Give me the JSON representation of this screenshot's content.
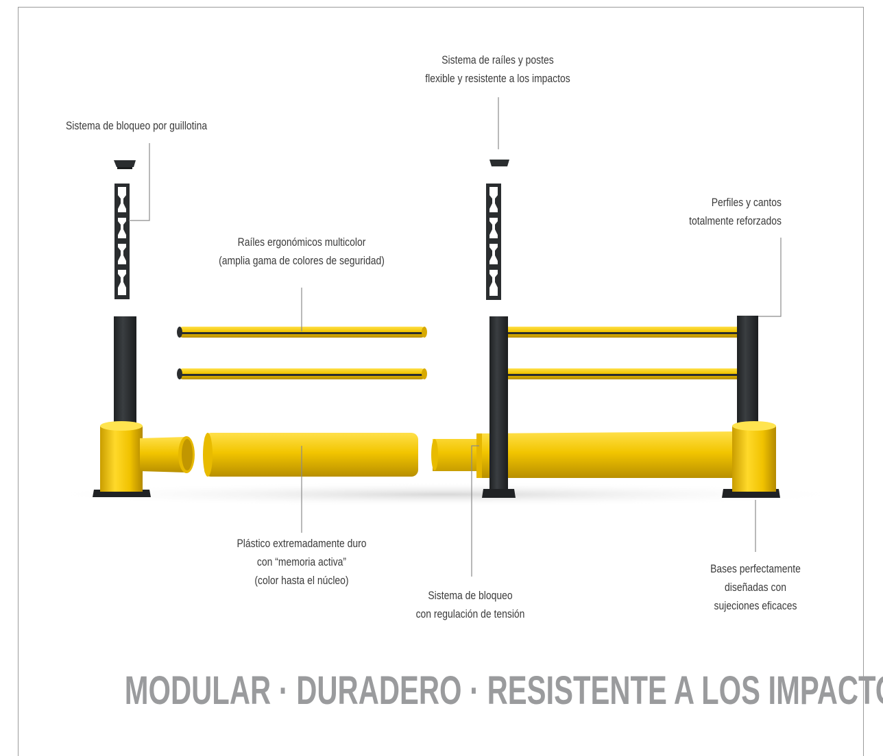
{
  "callouts": {
    "guillotine": "Sistema de bloqueo por guillotina",
    "rail_system": [
      "Sistema de raíles y postes",
      "flexible y resistente a los impactos"
    ],
    "ergonomic_rails": [
      "Raíles ergonómicos multicolor",
      "(amplia gama de colores de seguridad)"
    ],
    "profiles": [
      "Perfiles y cantos",
      "totalmente reforzados"
    ],
    "plastic": [
      "Plástico extremadamente duro",
      "con “memoria activa”",
      "(color hasta el núcleo)"
    ],
    "tension_lock": [
      "Sistema de bloqueo",
      "con regulación de tensión"
    ],
    "bases": [
      "Bases perfectamente",
      "diseñadas con",
      "sujeciones eficaces"
    ]
  },
  "tagline": "MODULAR · DURADERO · RESISTENTE A LOS IMPACTOS",
  "colors": {
    "safety_yellow": "#f2c500",
    "post_black": "#2a2d2f",
    "leader_line": "#8a8a8a",
    "tagline_gray": "#9a9b9d"
  }
}
